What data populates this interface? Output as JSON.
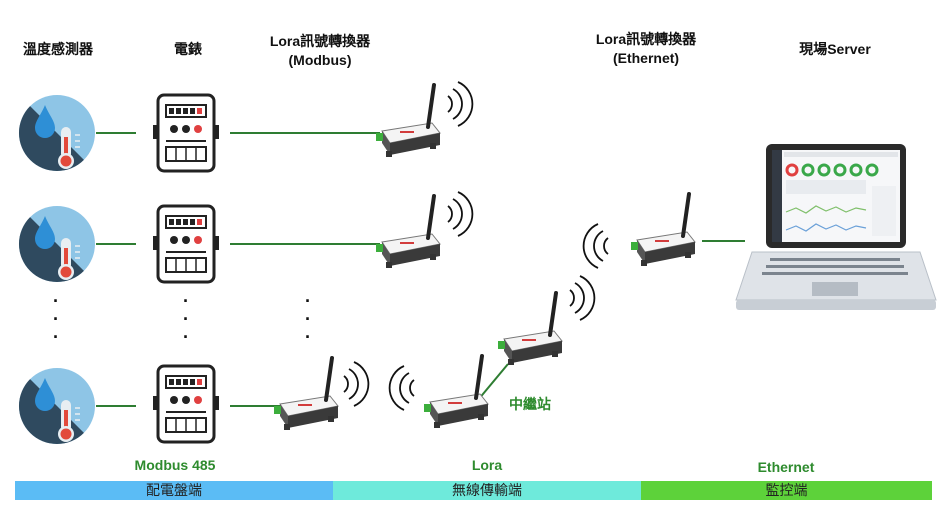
{
  "headers": {
    "temp_sensor": "溫度感測器",
    "meter": "電錶",
    "lora_modbus_line1": "Lora訊號轉換器",
    "lora_modbus_line2": "(Modbus)",
    "lora_ethernet_line1": "Lora訊號轉換器",
    "lora_ethernet_line2": "(Ethernet)",
    "server": "現場Server"
  },
  "labels": {
    "modbus": "Modbus 485",
    "lora": "Lora",
    "ethernet": "Ethernet",
    "relay": "中繼站"
  },
  "bands": [
    {
      "label": "配電盤端",
      "color": "#5bbcf5"
    },
    {
      "label": "無線傳輸端",
      "color": "#6eeadb"
    },
    {
      "label": "監控端",
      "color": "#5dd23a"
    }
  ],
  "dots": "·",
  "colors": {
    "link": "#2e7d32",
    "relay_label": "#2e8b2e"
  }
}
